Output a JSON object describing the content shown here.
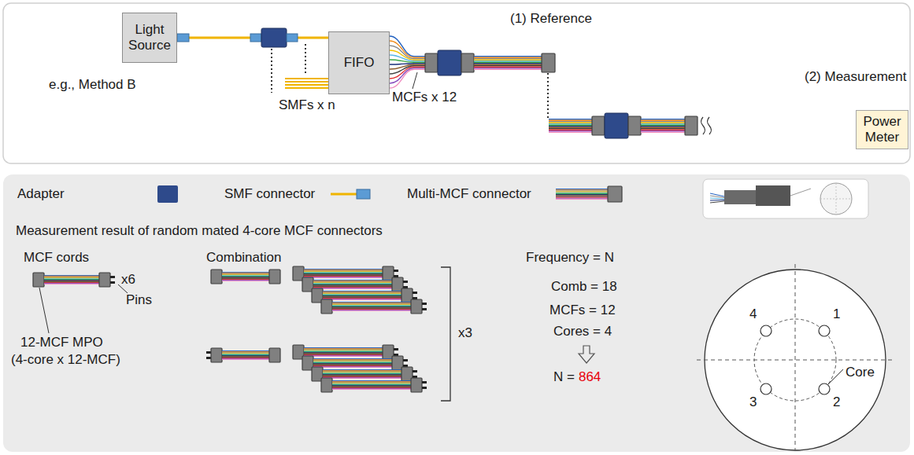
{
  "diagram": {
    "nodes": [
      {
        "text": [
          "Light Source"
        ]
      },
      {
        "text": [
          "FIFO"
        ]
      },
      {
        "text": [
          "Power Meter"
        ]
      }
    ],
    "edges": [
      {
        "from": 0,
        "to": 1,
        "arrow": "none"
      }
    ],
    "labels": [
      "e.g., Method B",
      "SMFs x n",
      "MCFs x 12",
      "(1) Reference",
      "(2) Measurement",
      "Measurement result of random mated 4-core MCF connectors",
      "MCF cords",
      "x6",
      "Pins",
      "12-MCF MPO",
      "(4-core x 12-MCF)",
      "Combination",
      "x3",
      "Frequency = N",
      "Comb = 18",
      "MCFs = 12",
      "Cores = 4",
      "N =",
      "864",
      "1",
      "2",
      "3",
      "4",
      "Core"
    ],
    "legend": [
      {
        "text": "Adapter",
        "color": "#2e4a8b"
      },
      {
        "text": "SMF connector"
      },
      {
        "text": "Multi-MCF connector"
      }
    ]
  }
}
